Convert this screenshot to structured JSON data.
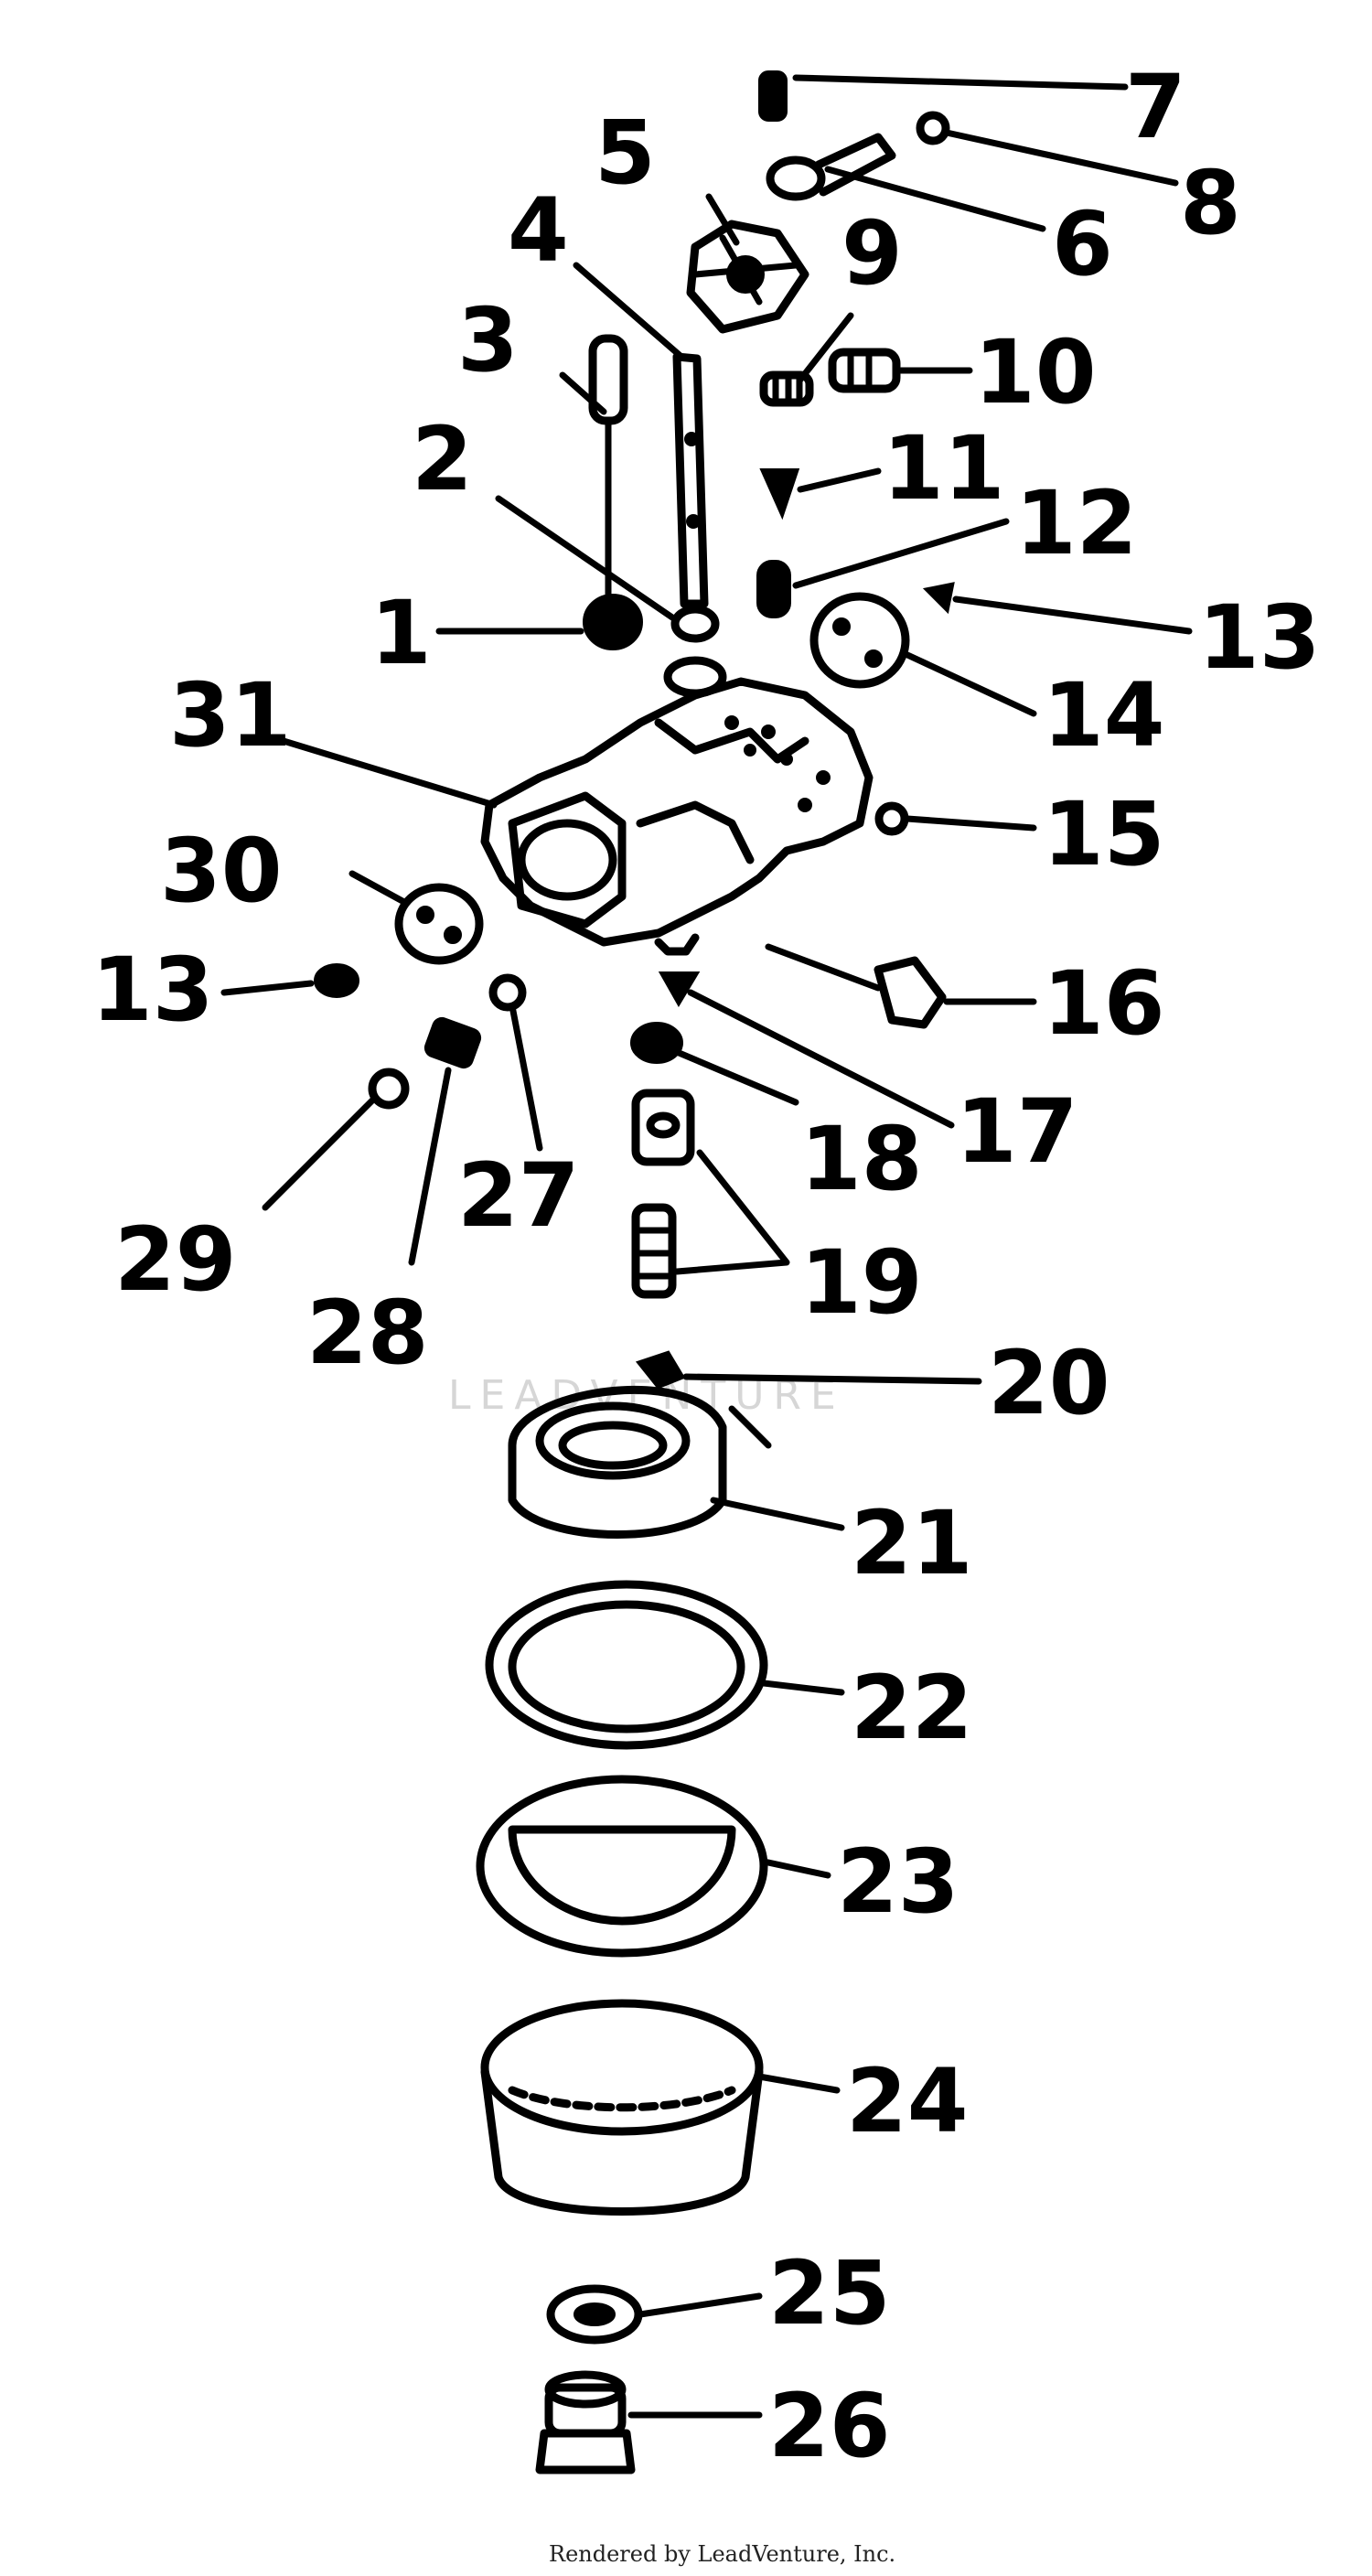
{
  "callouts": [
    {
      "n": "1"
    },
    {
      "n": "2"
    },
    {
      "n": "3"
    },
    {
      "n": "4"
    },
    {
      "n": "5"
    },
    {
      "n": "6"
    },
    {
      "n": "7"
    },
    {
      "n": "8"
    },
    {
      "n": "9"
    },
    {
      "n": "10"
    },
    {
      "n": "11"
    },
    {
      "n": "12"
    },
    {
      "n": "13"
    },
    {
      "n": "14"
    },
    {
      "n": "15"
    },
    {
      "n": "16"
    },
    {
      "n": "17"
    },
    {
      "n": "18"
    },
    {
      "n": "19"
    },
    {
      "n": "20"
    },
    {
      "n": "21"
    },
    {
      "n": "22"
    },
    {
      "n": "23"
    },
    {
      "n": "24"
    },
    {
      "n": "25"
    },
    {
      "n": "26"
    },
    {
      "n": "27"
    },
    {
      "n": "28"
    },
    {
      "n": "29"
    },
    {
      "n": "30"
    },
    {
      "n": "31"
    },
    {
      "n": "13"
    }
  ],
  "watermark": "LEADVENTURE",
  "footer": "Rendered by LeadVenture, Inc."
}
